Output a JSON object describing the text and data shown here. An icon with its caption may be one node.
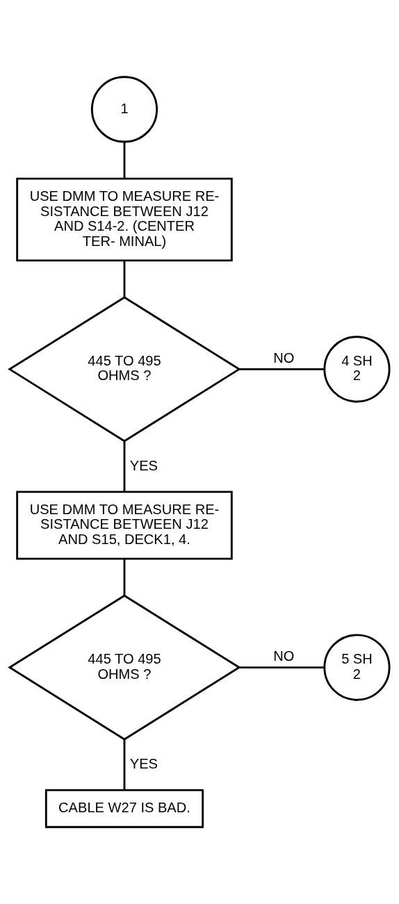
{
  "diagram": {
    "nodes": [
      {
        "text": [
          "1"
        ]
      },
      {
        "text": [
          "USE DMM TO MEASURE RE- SISTANCE BETWEEN J12 AND S14-2. (CENTER TER- MINAL)"
        ]
      },
      {
        "text": [
          "445 TO 495 OHMS ?"
        ]
      },
      {
        "text": [
          "4 SH 2"
        ]
      },
      {
        "text": [
          "USE DMM TO MEASURE RE- SISTANCE BETWEEN J12 AND S15, DECK1, 4."
        ]
      },
      {
        "text": [
          "445 TO 495 OHMS ?"
        ]
      },
      {
        "text": [
          "5 SH 2"
        ]
      },
      {
        "text": [
          "CABLE W27 IS BAD."
        ]
      }
    ],
    "edges": [
      {
        "from": 0,
        "to": 1,
        "arrow": "none"
      },
      {
        "from": 1,
        "to": 2,
        "arrow": "none"
      },
      {
        "from": 2,
        "to": 3,
        "arrow": "none",
        "label": "NO"
      },
      {
        "from": 2,
        "to": 4,
        "arrow": "none",
        "label": "YES"
      },
      {
        "from": 4,
        "to": 5,
        "arrow": "none"
      },
      {
        "from": 5,
        "to": 6,
        "arrow": "none",
        "label": "NO"
      },
      {
        "from": 5,
        "to": 7,
        "arrow": "none",
        "label": "YES"
      }
    ]
  }
}
